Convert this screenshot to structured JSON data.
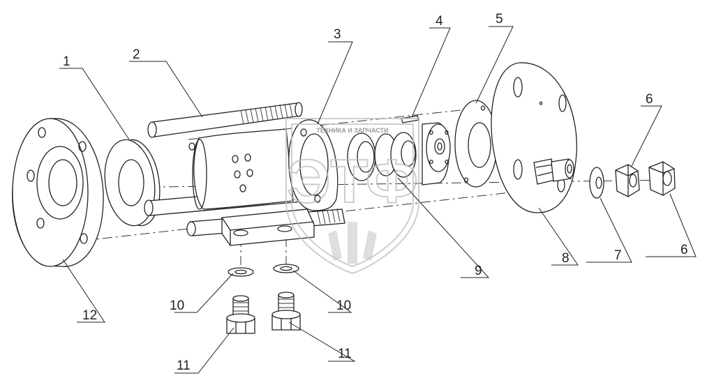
{
  "diagram": {
    "part_labels": [
      {
        "id": "p1",
        "text": "1"
      },
      {
        "id": "p2",
        "text": "2"
      },
      {
        "id": "p3",
        "text": "3"
      },
      {
        "id": "p4",
        "text": "4"
      },
      {
        "id": "p5",
        "text": "5"
      },
      {
        "id": "p6a",
        "text": "6"
      },
      {
        "id": "p6b",
        "text": "6"
      },
      {
        "id": "p7",
        "text": "7"
      },
      {
        "id": "p8",
        "text": "8"
      },
      {
        "id": "p9",
        "text": "9"
      },
      {
        "id": "p10a",
        "text": "10"
      },
      {
        "id": "p10b",
        "text": "10"
      },
      {
        "id": "p11a",
        "text": "11"
      },
      {
        "id": "p11b",
        "text": "11"
      },
      {
        "id": "p12",
        "text": "12"
      }
    ]
  },
  "watermark": {
    "text": "ТЕХНИКА И ЗАПЧАСТИ",
    "logo_letters": "ЭТФ"
  },
  "colors": {
    "line": "#222222",
    "watermark": "#bdbdbd",
    "background": "#ffffff"
  }
}
